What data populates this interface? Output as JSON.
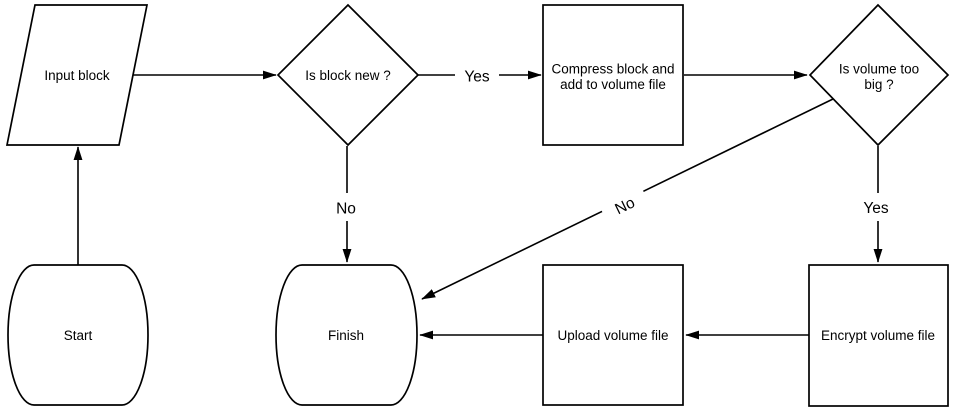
{
  "colors": {
    "background": "#ffffff",
    "node_fill": "#ffffff",
    "stroke": "#000000",
    "text": "#000000"
  },
  "diagram": {
    "type": "flowchart",
    "nodes": {
      "input": {
        "type": "io-parallelogram",
        "label": "Input block"
      },
      "is_block_new": {
        "type": "decision-diamond",
        "label": "Is block new ?"
      },
      "compress": {
        "type": "process-rect",
        "line1": "Compress block and",
        "line2": "add to volume file"
      },
      "is_volume_big": {
        "type": "decision-diamond",
        "line1": "Is volume too",
        "line2": "big ?"
      },
      "start": {
        "type": "terminator",
        "label": "Start"
      },
      "finish": {
        "type": "terminator",
        "label": "Finish"
      },
      "upload": {
        "type": "process-rect",
        "label": "Upload volume file"
      },
      "encrypt": {
        "type": "process-rect",
        "label": "Encrypt volume file"
      }
    },
    "edge_labels": {
      "block_new_yes": "Yes",
      "block_new_no": "No",
      "volume_big_yes": "Yes",
      "volume_big_no": "No"
    },
    "edges": [
      "start -> input",
      "input -> is_block_new",
      "is_block_new -Yes-> compress",
      "is_block_new -No-> finish",
      "compress -> is_volume_big",
      "is_volume_big -Yes-> encrypt",
      "is_volume_big -No-> finish",
      "encrypt -> upload",
      "upload -> finish"
    ]
  }
}
